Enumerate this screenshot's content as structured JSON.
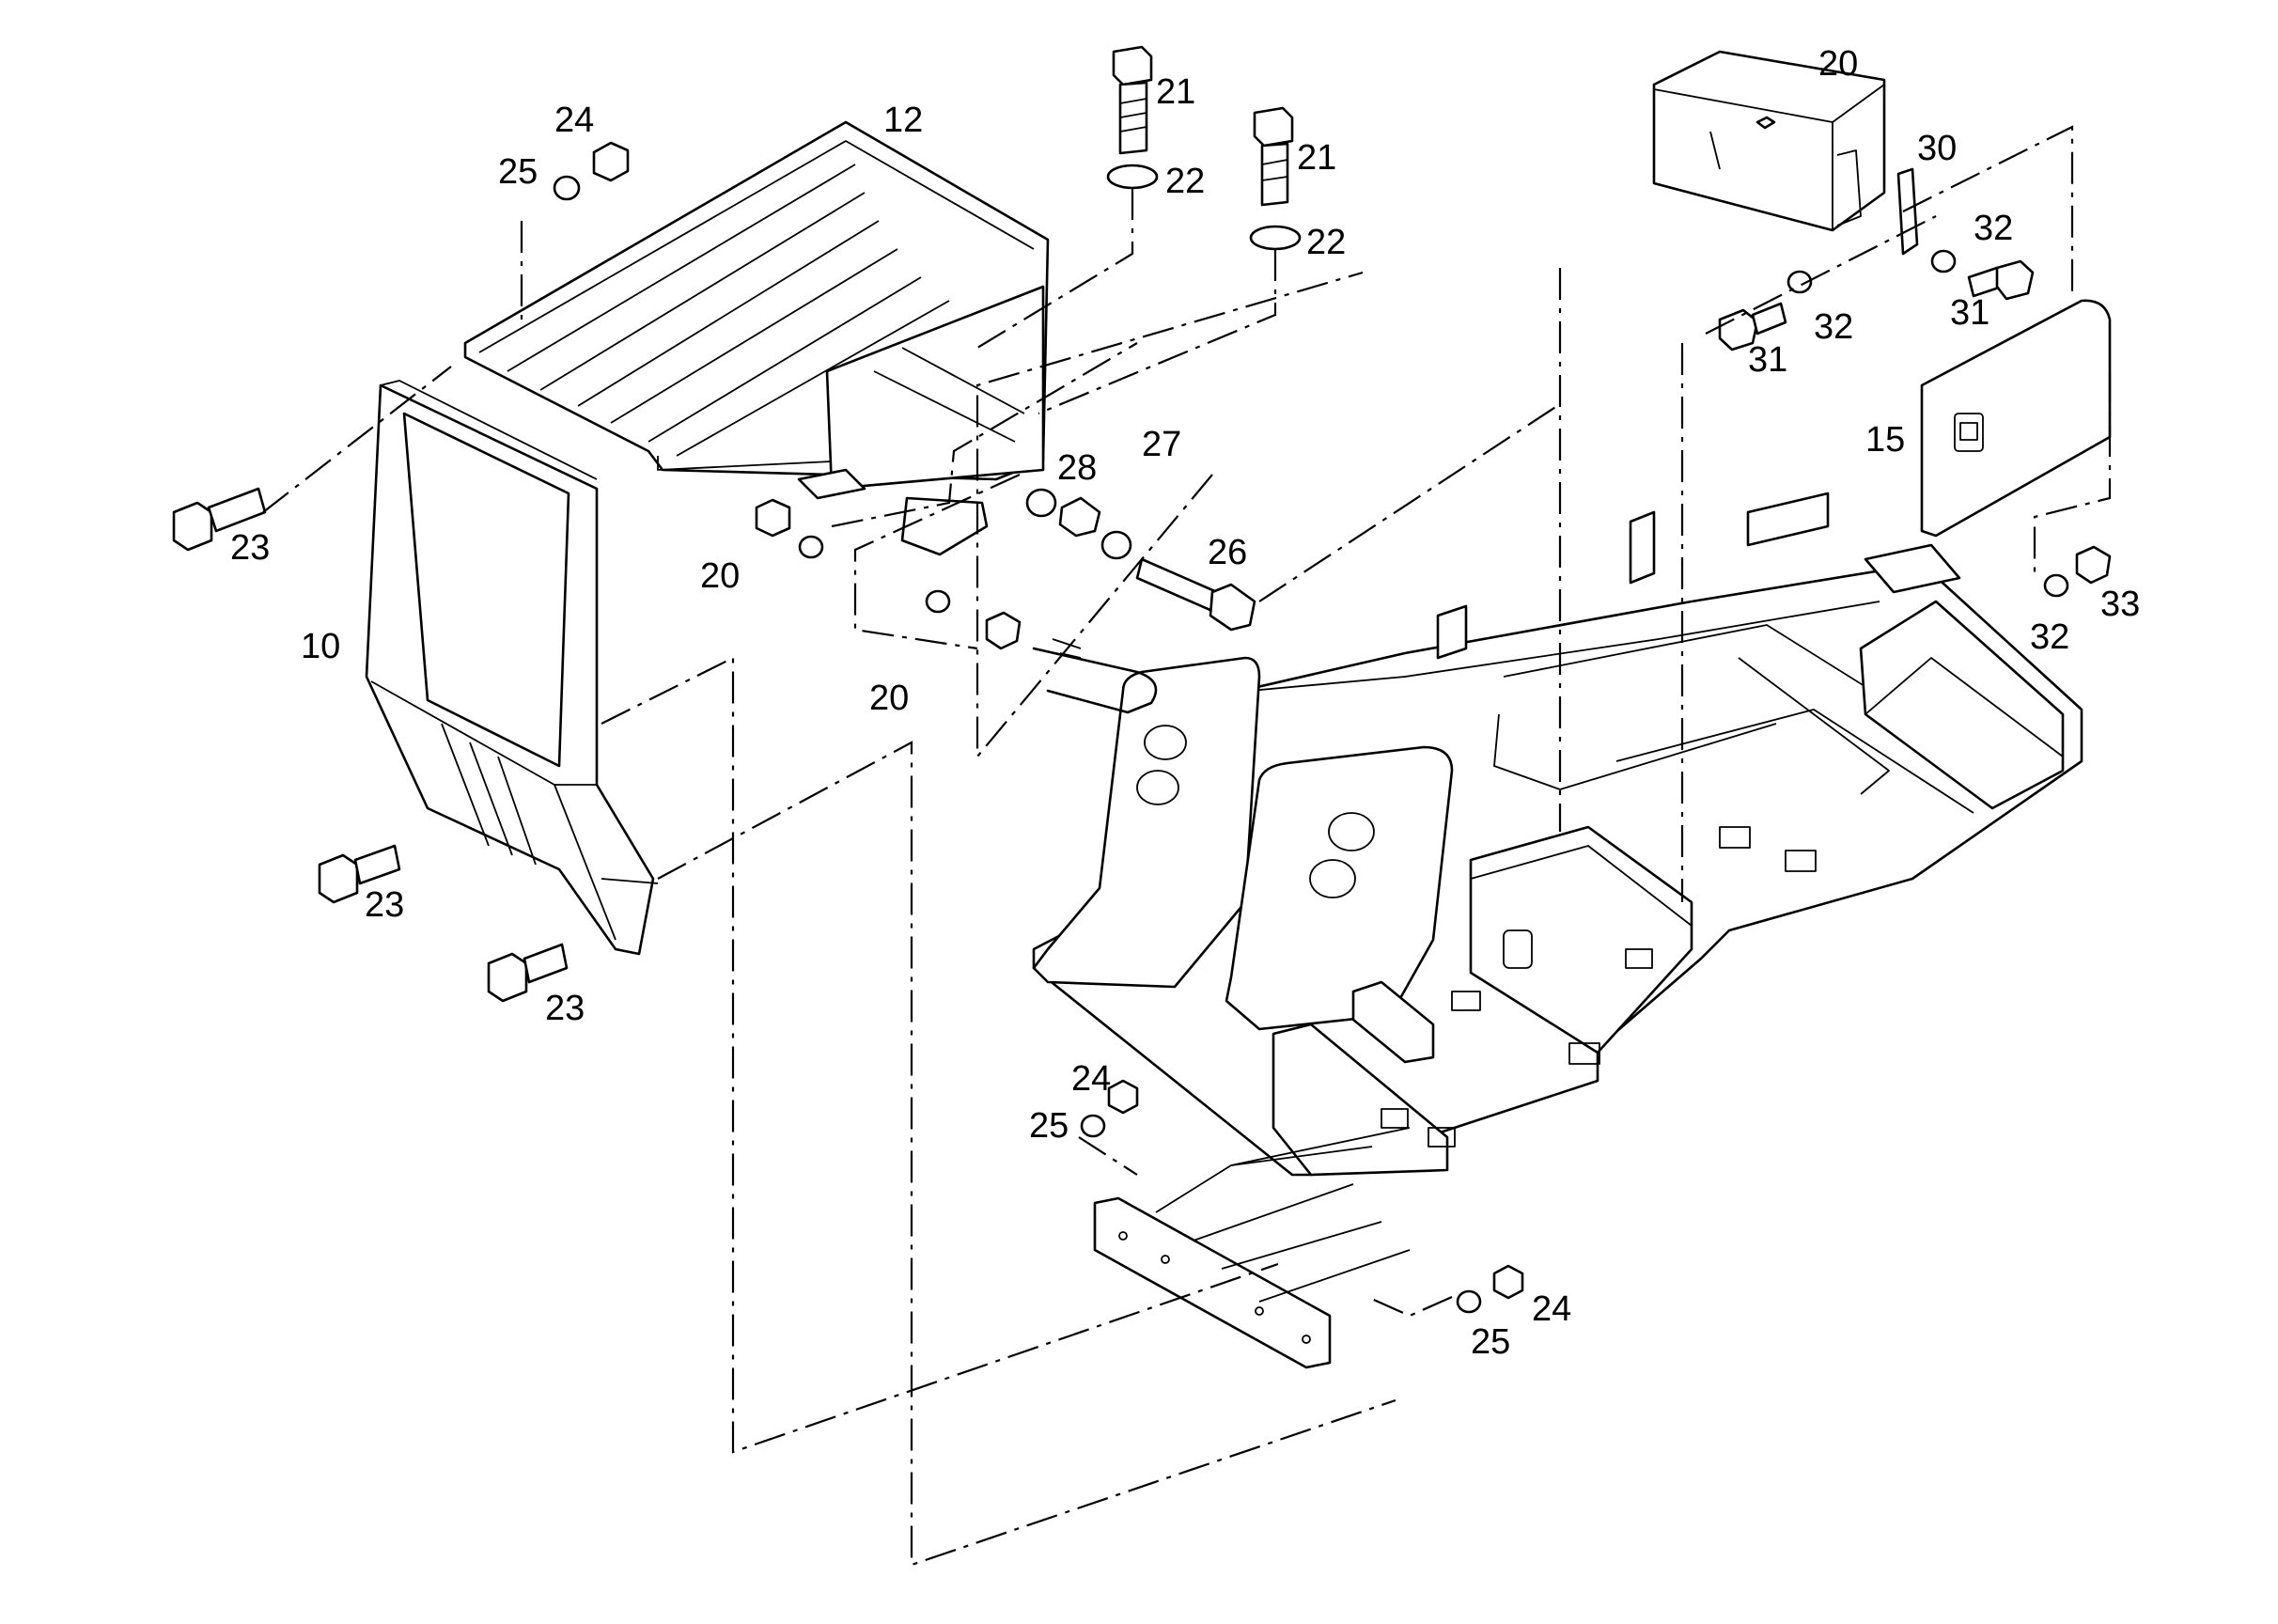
{
  "callouts": {
    "c10": "10",
    "c12": "12",
    "c15": "15",
    "c20_box": "20",
    "c20_a": "20",
    "c20_b": "20",
    "c21_a": "21",
    "c21_b": "21",
    "c22_a": "22",
    "c22_b": "22",
    "c23_a": "23",
    "c23_b": "23",
    "c23_c": "23",
    "c24_a": "24",
    "c24_b": "24",
    "c24_c": "24",
    "c25_a": "25",
    "c25_b": "25",
    "c25_c": "25",
    "c26": "26",
    "c27": "27",
    "c28": "28",
    "c30": "30",
    "c31_a": "31",
    "c31_b": "31",
    "c32_a": "32",
    "c32_b": "32",
    "c32_c": "32",
    "c33": "33"
  }
}
